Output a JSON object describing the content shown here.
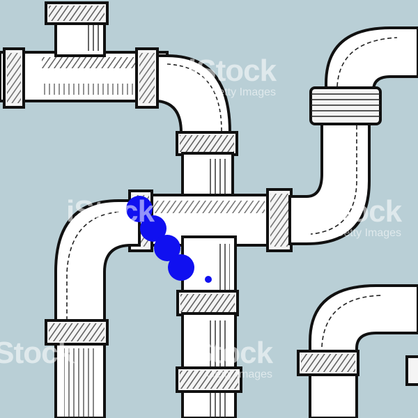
{
  "scene": {
    "background_color": "#b9cfd6",
    "pipe_color": "#ffffff",
    "outline_color": "#111111",
    "ball_color": "#1010f0"
  },
  "balls": {
    "large_count": 4,
    "small_count": 1
  },
  "watermark": {
    "brand": "iStock",
    "credit": "Getty Images"
  }
}
